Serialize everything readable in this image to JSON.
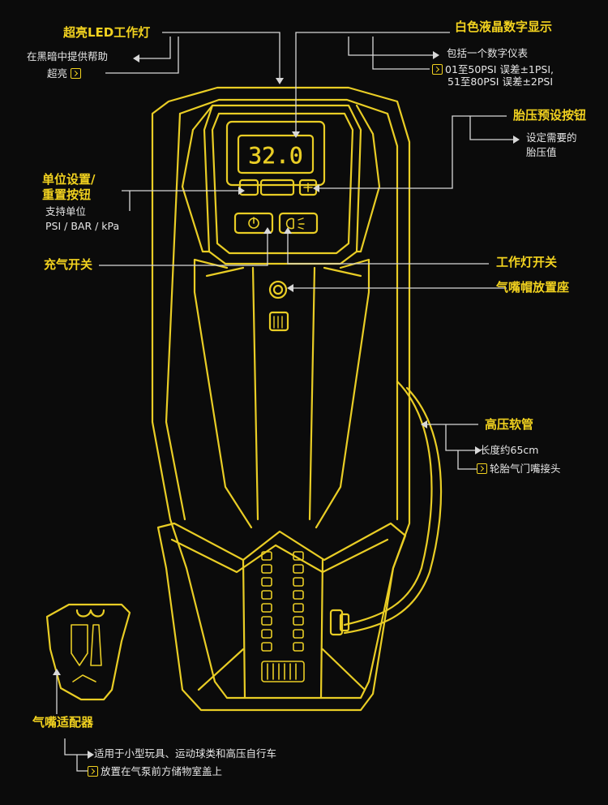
{
  "display_reading": "32.0",
  "labels": {
    "led_light": {
      "title": "超亮LED工作灯",
      "desc1": "在黑暗中提供帮助",
      "desc2": "超亮"
    },
    "lcd_display": {
      "title": "白色液晶数字显示",
      "desc1": "包括一个数字仪表",
      "desc2": "01至50PSI 误差±1PSI,",
      "desc3": "51至80PSI 误差±2PSI"
    },
    "preset_button": {
      "title": "胎压预设按钮",
      "desc1": "设定需要的",
      "desc2": "胎压值"
    },
    "unit_button": {
      "title1": "单位设置/",
      "title2": "重置按钮",
      "desc1": "支持单位",
      "desc2": "PSI / BAR / kPa"
    },
    "inflate_switch": {
      "title": "充气开关"
    },
    "light_switch": {
      "title": "工作灯开关"
    },
    "cap_holder": {
      "title": "气嘴帽放置座"
    },
    "hose": {
      "title": "高压软管",
      "desc1": "长度约65cm",
      "desc2": "轮胎气门嘴接头"
    },
    "adapter": {
      "title": "气嘴适配器",
      "desc1": "适用于小型玩具、运动球类和高压自行车",
      "desc2": "放置在气泵前方储物室盖上"
    }
  },
  "colors": {
    "background": "#0b0b0b",
    "outline": "#e9cd25",
    "title_text": "#f2d21f",
    "body_text": "#e6e6e6",
    "leader": "#d8d8d8"
  }
}
